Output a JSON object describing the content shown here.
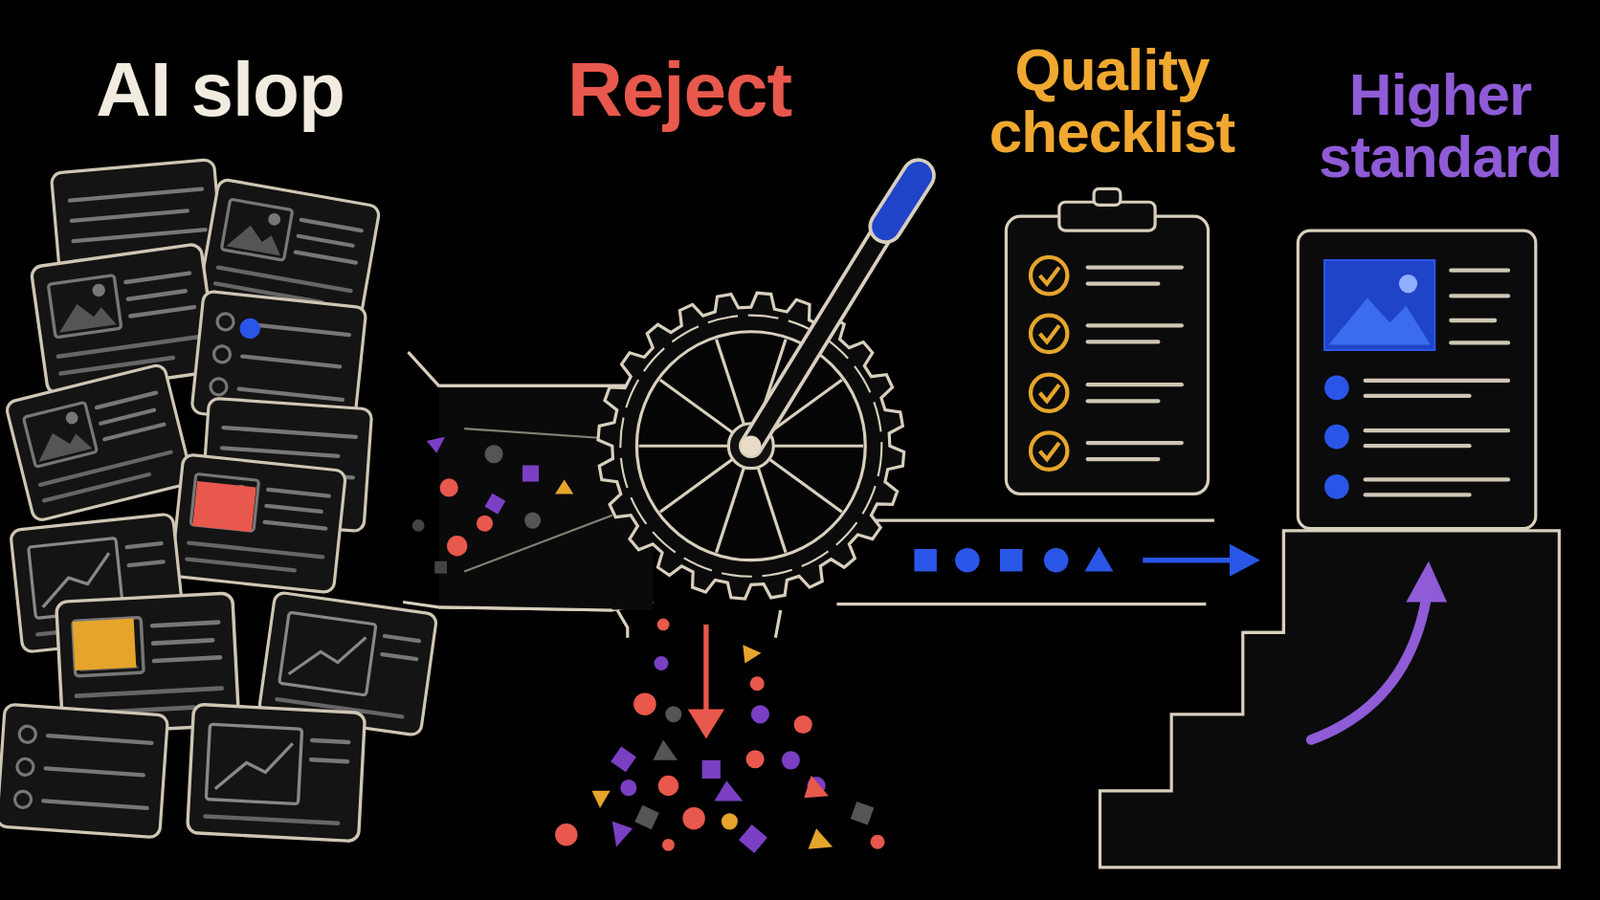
{
  "diagram": {
    "labels": [
      "AI slop",
      "Reject",
      "Quality checklist",
      "Higher standard"
    ]
  }
}
